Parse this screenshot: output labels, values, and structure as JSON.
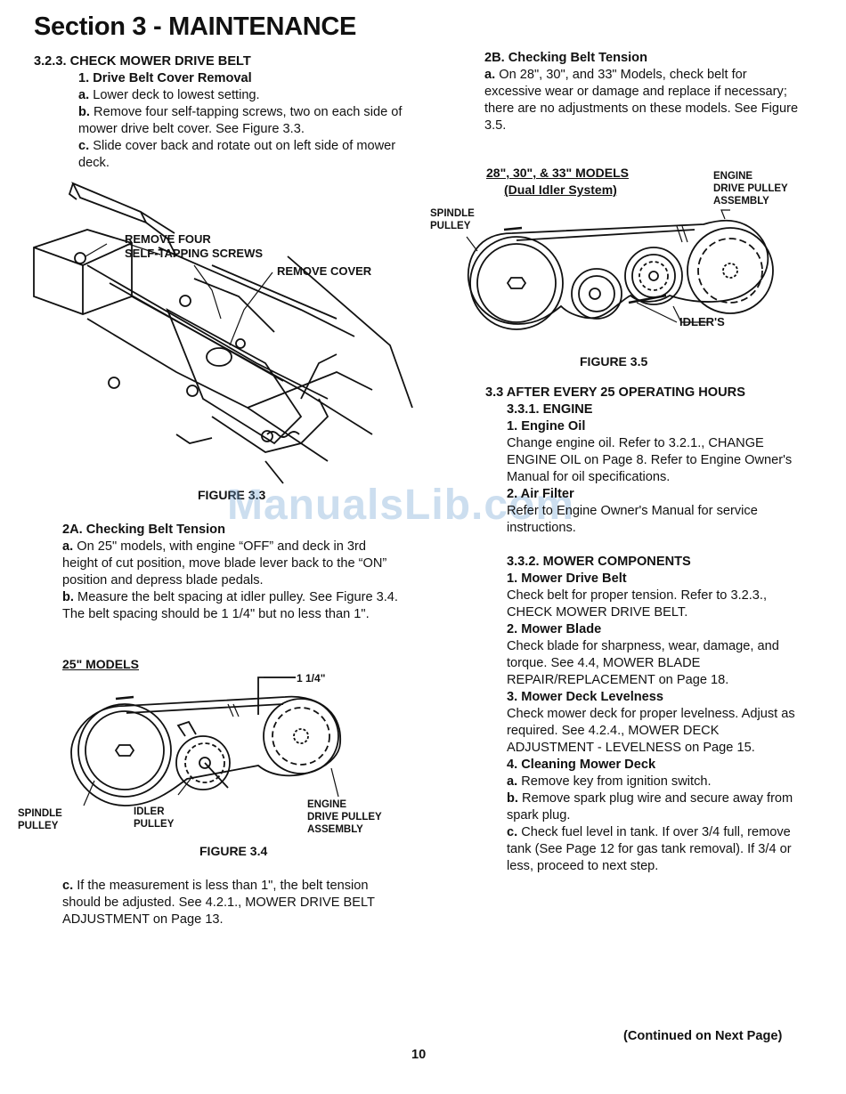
{
  "header": {
    "title": "Section 3 - MAINTENANCE"
  },
  "left": {
    "sec323": "3.2.3.  CHECK MOWER DRIVE BELT",
    "sub1": "1.  Drive Belt Cover Removal",
    "a1_label": "a.",
    "a1_text": " Lower deck to lowest setting.",
    "b1_label": "b.",
    "b1_text": " Remove four self-tapping screws, two on each side of mower drive belt cover.  See Figure 3.3.",
    "c1_label": "c.",
    "c1_text": " Slide cover back and rotate out on left side of mower deck.",
    "fig33_label_screws": "REMOVE FOUR\nSELF-TAPPING SCREWS",
    "fig33_label_cover": "REMOVE COVER",
    "fig33_caption": "FIGURE 3.3",
    "sub2a": "2A.  Checking Belt Tension",
    "a2_label": "a.",
    "a2_text": "  On 25\" models, with engine “OFF” and deck in 3rd height of cut position, move blade lever back to the “ON” position and depress blade pedals.",
    "b2_label": "b.",
    "b2_text": " Measure the belt spacing at idler pulley.  See Figure 3.4.  The belt spacing should be 1 1/4\" but no less than 1\".",
    "models25": "25\" MODELS",
    "fig34_dim": "1 1/4\"",
    "fig34_spindle": "SPINDLE\nPULLEY",
    "fig34_idler": "IDLER\nPULLEY",
    "fig34_engine": "ENGINE\nDRIVE PULLEY\nASSEMBLY",
    "fig34_caption": "FIGURE 3.4",
    "c2_label": "c.",
    "c2_text": "  If the measurement is less than 1\", the belt tension should be adjusted.  See 4.2.1., MOWER DRIVE BELT ADJUSTMENT on Page 13."
  },
  "right": {
    "sub2b": "2B.  Checking Belt Tension",
    "a3_label": "a.",
    "a3_text": "  On 28\", 30\", and 33\" Models, check belt for excessive wear or damage and replace if necessary; there are no adjustments on these models.  See Figure 3.5.",
    "fig35_title1": "28\", 30\", & 33\" MODELS",
    "fig35_title2": "(Dual Idler System)",
    "fig35_engine": "ENGINE\nDRIVE PULLEY\nASSEMBLY",
    "fig35_spindle": "SPINDLE\nPULLEY",
    "fig35_idlers": "IDLER'S",
    "fig35_caption": "FIGURE 3.5",
    "sec33": "3.3  AFTER EVERY 25 OPERATING HOURS",
    "sec331": "3.3.1.  ENGINE",
    "eng_oil": "1.  Engine Oil",
    "eng_oil_text": "Change engine oil.  Refer to 3.2.1., CHANGE ENGINE OIL on Page 8.  Refer to Engine Owner's Manual for oil specifications.",
    "air_filter": "2.  Air Filter",
    "air_filter_text": "Refer to Engine Owner's Manual for service instructions.",
    "sec332": "3.3.2.  MOWER COMPONENTS",
    "mdb": "1.  Mower Drive Belt",
    "mdb_text": "Check belt for proper tension.  Refer to 3.2.3., CHECK MOWER DRIVE BELT.",
    "mb": "2.  Mower Blade",
    "mb_text": "Check blade for sharpness, wear, damage, and torque.  See 4.4, MOWER BLADE REPAIR/REPLACEMENT on Page 18.",
    "mdl": "3.  Mower Deck Levelness",
    "mdl_text": "Check mower deck for proper levelness.  Adjust as required.  See 4.2.4., MOWER DECK ADJUSTMENT - LEVELNESS on Page 15.",
    "cmd": "4.  Cleaning Mower Deck",
    "cmd_a_label": "a.",
    "cmd_a_text": " Remove key from ignition switch.",
    "cmd_b_label": "b.",
    "cmd_b_text": " Remove spark plug wire and secure away from spark plug.",
    "cmd_c_label": "c.",
    "cmd_c_text": "  Check fuel level in tank.  If over 3/4 full, remove tank (See Page 12 for gas tank removal).  If 3/4 or less, proceed to next step."
  },
  "footer": {
    "continued": "(Continued on Next Page)",
    "page_number": "10"
  },
  "watermark": "ManualsLib.com"
}
